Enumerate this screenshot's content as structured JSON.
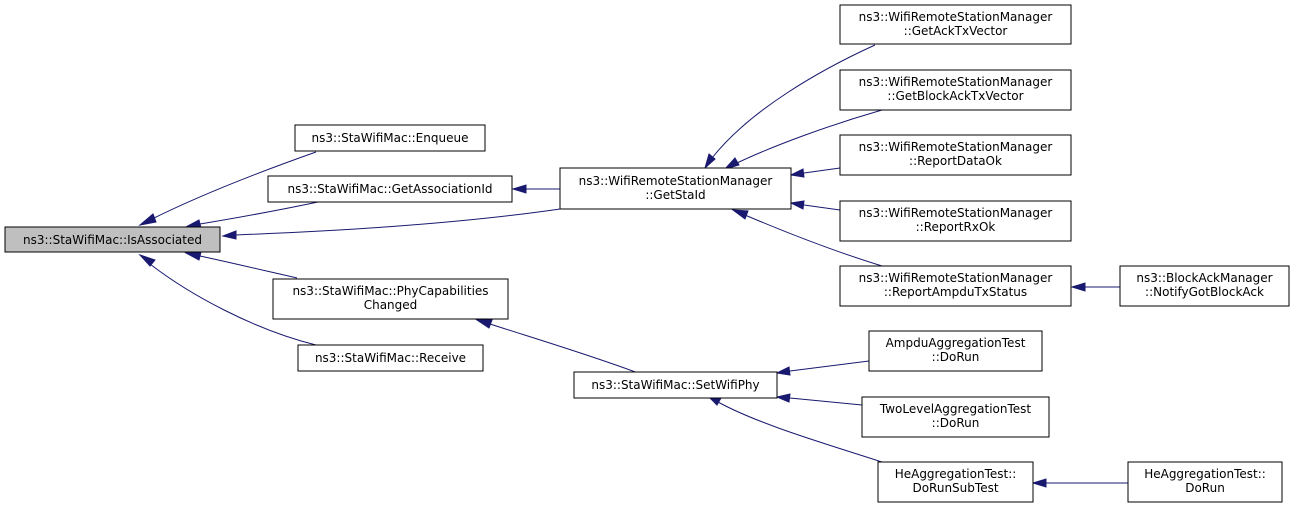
{
  "colors": {
    "edge": "#191970",
    "root_fill": "#bfbfbf",
    "node_fill": "#ffffff",
    "border": "#000000"
  },
  "nodes": {
    "is_associated": [
      "ns3::StaWifiMac::IsAssociated"
    ],
    "enqueue": [
      "ns3::StaWifiMac::Enqueue"
    ],
    "get_association_id": [
      "ns3::StaWifiMac::GetAssociationId"
    ],
    "phy_capabilities_changed": [
      "ns3::StaWifiMac::PhyCapabilities",
      "Changed"
    ],
    "receive": [
      "ns3::StaWifiMac::Receive"
    ],
    "get_sta_id": [
      "ns3::WifiRemoteStationManager",
      "::GetStaId"
    ],
    "set_wifi_phy": [
      "ns3::StaWifiMac::SetWifiPhy"
    ],
    "get_ack_tx_vector": [
      "ns3::WifiRemoteStationManager",
      "::GetAckTxVector"
    ],
    "get_block_ack_tx_vector": [
      "ns3::WifiRemoteStationManager",
      "::GetBlockAckTxVector"
    ],
    "report_data_ok": [
      "ns3::WifiRemoteStationManager",
      "::ReportDataOk"
    ],
    "report_rx_ok": [
      "ns3::WifiRemoteStationManager",
      "::ReportRxOk"
    ],
    "report_ampdu_tx_status": [
      "ns3::WifiRemoteStationManager",
      "::ReportAmpduTxStatus"
    ],
    "notify_got_block_ack": [
      "ns3::BlockAckManager",
      "::NotifyGotBlockAck"
    ],
    "ampdu_aggregation_test": [
      "AmpduAggregationTest",
      "::DoRun"
    ],
    "two_level_aggregation_test": [
      "TwoLevelAggregationTest",
      "::DoRun"
    ],
    "he_aggregation_test_sub": [
      "HeAggregationTest::",
      "DoRunSubTest"
    ],
    "he_aggregation_test_run": [
      "HeAggregationTest::",
      "DoRun"
    ]
  },
  "edges": [
    {
      "from": "enqueue",
      "to": "is_associated"
    },
    {
      "from": "get_association_id",
      "to": "is_associated"
    },
    {
      "from": "get_sta_id",
      "to": "is_associated"
    },
    {
      "from": "phy_capabilities_changed",
      "to": "is_associated"
    },
    {
      "from": "receive",
      "to": "is_associated"
    },
    {
      "from": "get_sta_id",
      "to": "get_association_id"
    },
    {
      "from": "set_wifi_phy",
      "to": "phy_capabilities_changed"
    },
    {
      "from": "get_ack_tx_vector",
      "to": "get_sta_id"
    },
    {
      "from": "get_block_ack_tx_vector",
      "to": "get_sta_id"
    },
    {
      "from": "report_data_ok",
      "to": "get_sta_id"
    },
    {
      "from": "report_rx_ok",
      "to": "get_sta_id"
    },
    {
      "from": "report_ampdu_tx_status",
      "to": "get_sta_id"
    },
    {
      "from": "notify_got_block_ack",
      "to": "report_ampdu_tx_status"
    },
    {
      "from": "ampdu_aggregation_test",
      "to": "set_wifi_phy"
    },
    {
      "from": "two_level_aggregation_test",
      "to": "set_wifi_phy"
    },
    {
      "from": "he_aggregation_test_sub",
      "to": "set_wifi_phy"
    },
    {
      "from": "he_aggregation_test_run",
      "to": "he_aggregation_test_sub"
    }
  ]
}
